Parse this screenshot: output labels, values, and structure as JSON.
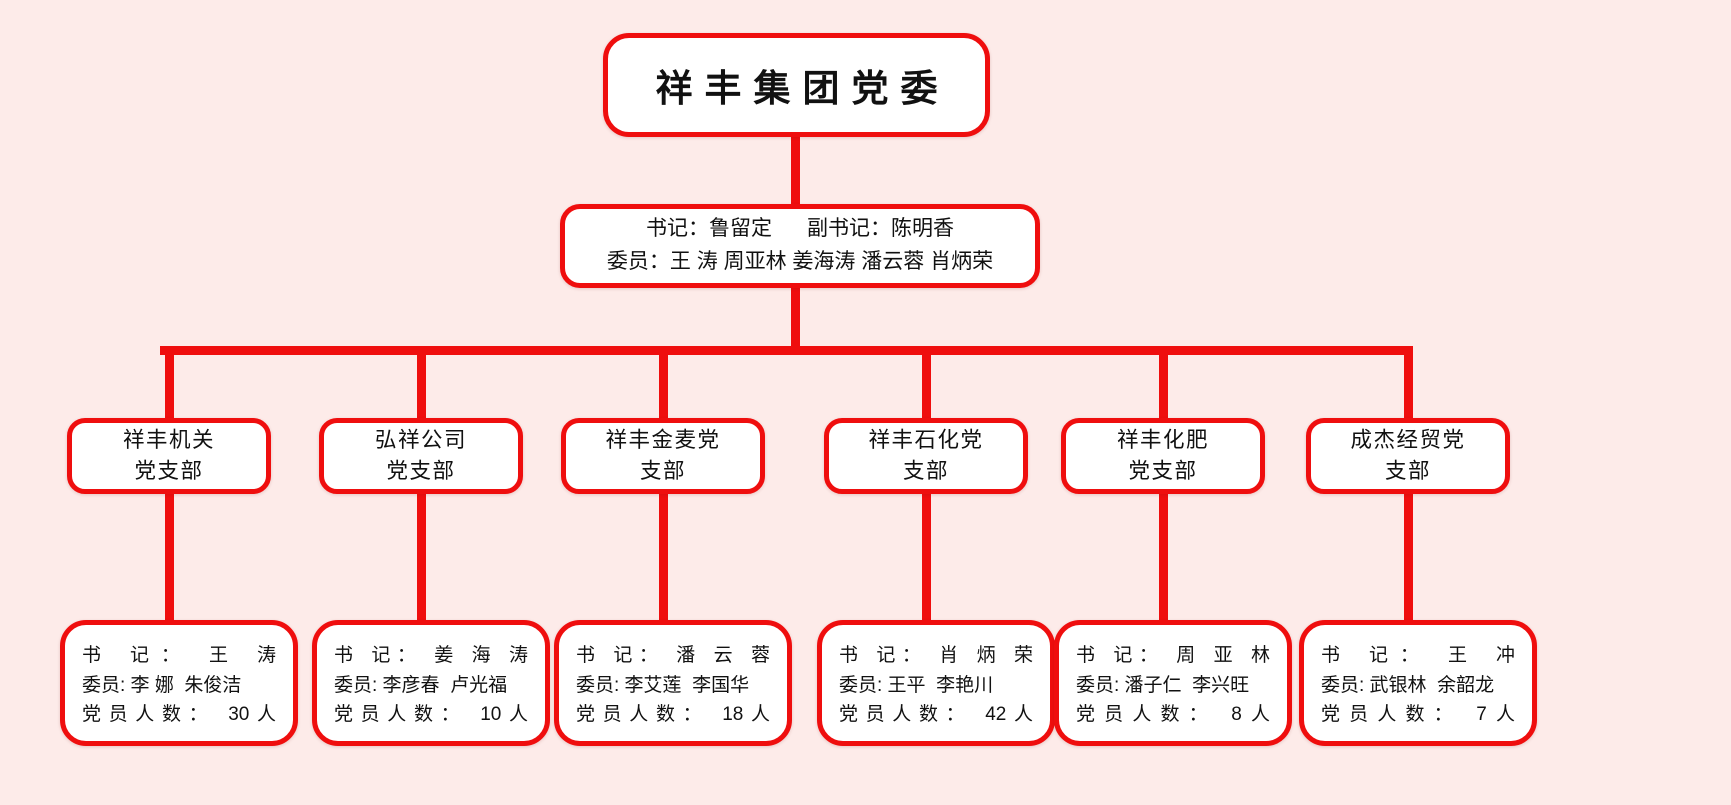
{
  "colors": {
    "background": "#fdebe9",
    "line_red": "#ef0e0e",
    "box_border_red": "#ef0e0e",
    "box_background": "#ffffff",
    "text": "#111111"
  },
  "root": {
    "title": "祥丰集团党委"
  },
  "committee": {
    "line1": "书记：鲁留定      副书记：陈明香",
    "line2": "委员：王 涛 周亚林 姜海涛 潘云蓉 肖炳荣"
  },
  "branches": [
    {
      "name_line1": "祥丰机关",
      "name_line2": "党支部",
      "secretary": "书 记： 王 涛",
      "members": "委员: 李 娜  朱俊洁",
      "member_count": "党员人数： 30人"
    },
    {
      "name_line1": "弘祥公司",
      "name_line2": "党支部",
      "secretary": "书 记： 姜 海 涛",
      "members": "委员: 李彦春  卢光福",
      "member_count": "党员人数： 10人"
    },
    {
      "name_line1": "祥丰金麦党",
      "name_line2": "支部",
      "secretary": "书 记： 潘 云 蓉",
      "members": "委员: 李艾莲  李国华",
      "member_count": "党员人数： 18人"
    },
    {
      "name_line1": "祥丰石化党",
      "name_line2": "支部",
      "secretary": "书 记： 肖 炳 荣",
      "members": "委员: 王平  李艳川",
      "member_count": "党员人数： 42人"
    },
    {
      "name_line1": "祥丰化肥",
      "name_line2": "党支部",
      "secretary": "书 记： 周 亚 林",
      "members": "委员: 潘子仁  李兴旺",
      "member_count": "党员人数： 8人"
    },
    {
      "name_line1": "成杰经贸党",
      "name_line2": "支部",
      "secretary": "书 记： 王 冲",
      "members": "委员: 武银林  余韶龙",
      "member_count": "党员人数： 7人"
    }
  ]
}
